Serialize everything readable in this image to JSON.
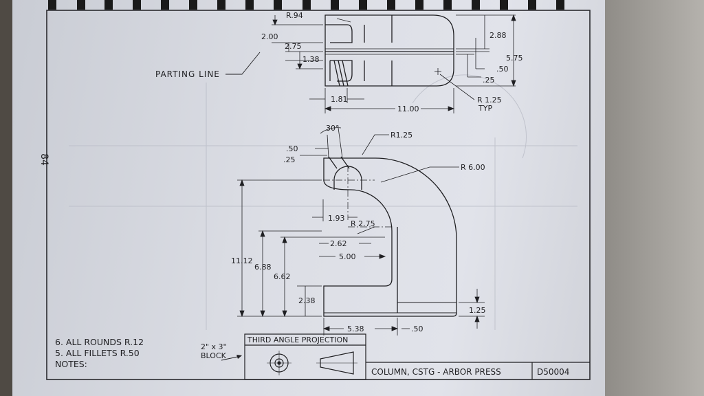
{
  "page_number": "84",
  "top_view": {
    "labels": {
      "r94": "R.94",
      "d200": "2.00",
      "d275": "2.75",
      "d138": "1.38",
      "d288": "2.88",
      "d575": "5.75",
      "d50": ".50",
      "d25": ".25",
      "d181": "1.81",
      "d1100": "11.00",
      "r125": "R 1.25",
      "typ": "TYP",
      "parting": "PARTING LINE"
    }
  },
  "front_view": {
    "labels": {
      "a30": "30°",
      "d50": ".50",
      "d25": ".25",
      "r125": "R1.25",
      "r600": "R 6.00",
      "d193": "1.93",
      "r275": "R 2.75",
      "d262": "2.62",
      "d500": "5.00",
      "d1112": "11.12",
      "d688": "6.88",
      "d662": "6.62",
      "d238": "2.38",
      "d125": "1.25",
      "d538": "5.38",
      "d50b": ".50"
    }
  },
  "notes": {
    "line6": "6. ALL ROUNDS R.12",
    "line5": "5. ALL FILLETS R.50",
    "heading": "NOTES:"
  },
  "block": {
    "size": "2\" x 3\"",
    "label": "BLOCK"
  },
  "title_block": {
    "projection": "THIRD ANGLE PROJECTION",
    "title": "COLUMN, CSTG - ARBOR PRESS",
    "number": "D50004"
  }
}
